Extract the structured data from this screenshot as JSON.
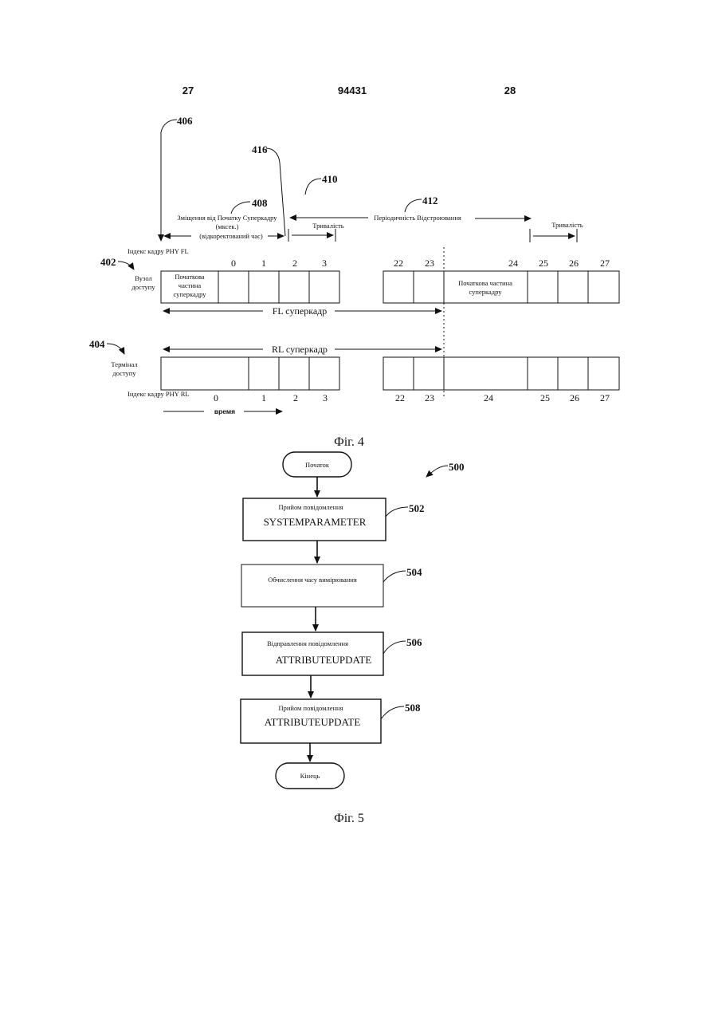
{
  "header": {
    "left": "27",
    "center": "94431",
    "right": "28"
  },
  "fig4": {
    "refs": {
      "r406": "406",
      "r416": "416",
      "r410": "410",
      "r408": "408",
      "r412": "412",
      "r402": "402",
      "r404": "404"
    },
    "offset_label": [
      "Зміщення від Початку Суперкадру",
      "(мксек.)",
      "(відкоректований час)"
    ],
    "duration_label": "Тривалість",
    "periodicity_label": "Періодичність Відстроювання",
    "duration_label_2": "Тривалість",
    "phy_fl_label": "Індекс кадру PHY FL",
    "access_node_label": [
      "Вузол",
      "доступу"
    ],
    "fl_preamble_left": [
      "Початкова",
      "частина",
      "суперкадру"
    ],
    "fl_preamble_right": [
      "Початкова частина",
      "суперкадру"
    ],
    "fl_indices": [
      "0",
      "1",
      "2",
      "3",
      "22",
      "23",
      "24",
      "25",
      "26",
      "27"
    ],
    "fl_superframe_label": "FL суперкадр",
    "rl_superframe_label": "RL суперкадр",
    "access_terminal_label": [
      "Термінал",
      "доступу"
    ],
    "phy_rl_label": "Індекс кадру PHY RL",
    "rl_indices": [
      "0",
      "1",
      "2",
      "3",
      "22",
      "23",
      "24",
      "25",
      "26",
      "27"
    ],
    "time_label": "время",
    "caption": "Фіг. 4"
  },
  "fig5": {
    "ref_main": "500",
    "start": "Початок",
    "steps": [
      {
        "ref": "502",
        "line1": "Прийом повідомлення",
        "line2": "SYSTEMPARAMETER"
      },
      {
        "ref": "504",
        "line1": "Обчислення часу вимірювання",
        "line2": ""
      },
      {
        "ref": "506",
        "line1": "Відправлення повідомлення",
        "line2": "ATTRIBUTEUPDATE"
      },
      {
        "ref": "508",
        "line1": "Прийом повідомлення",
        "line2": "ATTRIBUTEUPDATE"
      }
    ],
    "end": "Кінець",
    "caption": "Фіг. 5"
  }
}
